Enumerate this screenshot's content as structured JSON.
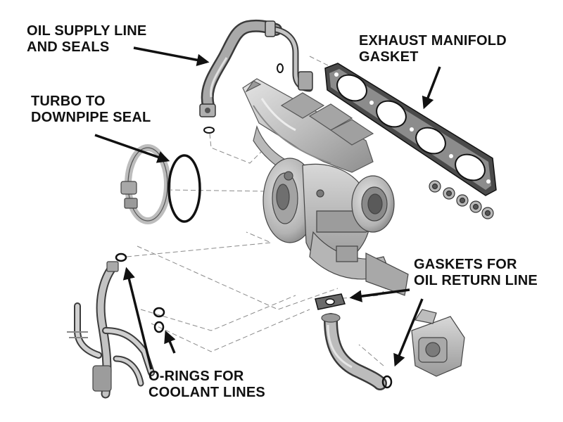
{
  "colors": {
    "background": "#ffffff",
    "text": "#111111",
    "arrow": "#111111",
    "part_fill": "#c9c9c9",
    "part_shade": "#8a8a8a",
    "part_dark": "#3a3a3a",
    "leader": "#7a7a7a"
  },
  "labels": {
    "oil_supply": {
      "line1": "OIL SUPPLY LINE",
      "line2": "AND SEALS"
    },
    "turbo_seal": {
      "line1": "TURBO TO",
      "line2": "DOWNPIPE SEAL"
    },
    "exhaust_gasket": {
      "line1": "EXHAUST MANIFOLD",
      "line2": "GASKET"
    },
    "return_gaskets": {
      "line1": "GASKETS FOR",
      "line2": "OIL RETURN LINE"
    },
    "coolant_orings": {
      "line1": "O-RINGS FOR",
      "line2": "COOLANT LINES"
    }
  },
  "parts": {
    "oil_supply_line": "oil-supply-line",
    "exhaust_manifold": "exhaust-manifold",
    "manifold_gasket": "manifold-gasket",
    "turbocharger": "turbocharger",
    "v_band_clamp": "v-band-clamp",
    "downpipe_seal": "downpipe-seal-ring",
    "oil_return_line": "oil-return-line",
    "wastegate_actuator": "wastegate-actuator",
    "coolant_lines": "coolant-lines",
    "manifold_nuts": "manifold-nuts"
  }
}
